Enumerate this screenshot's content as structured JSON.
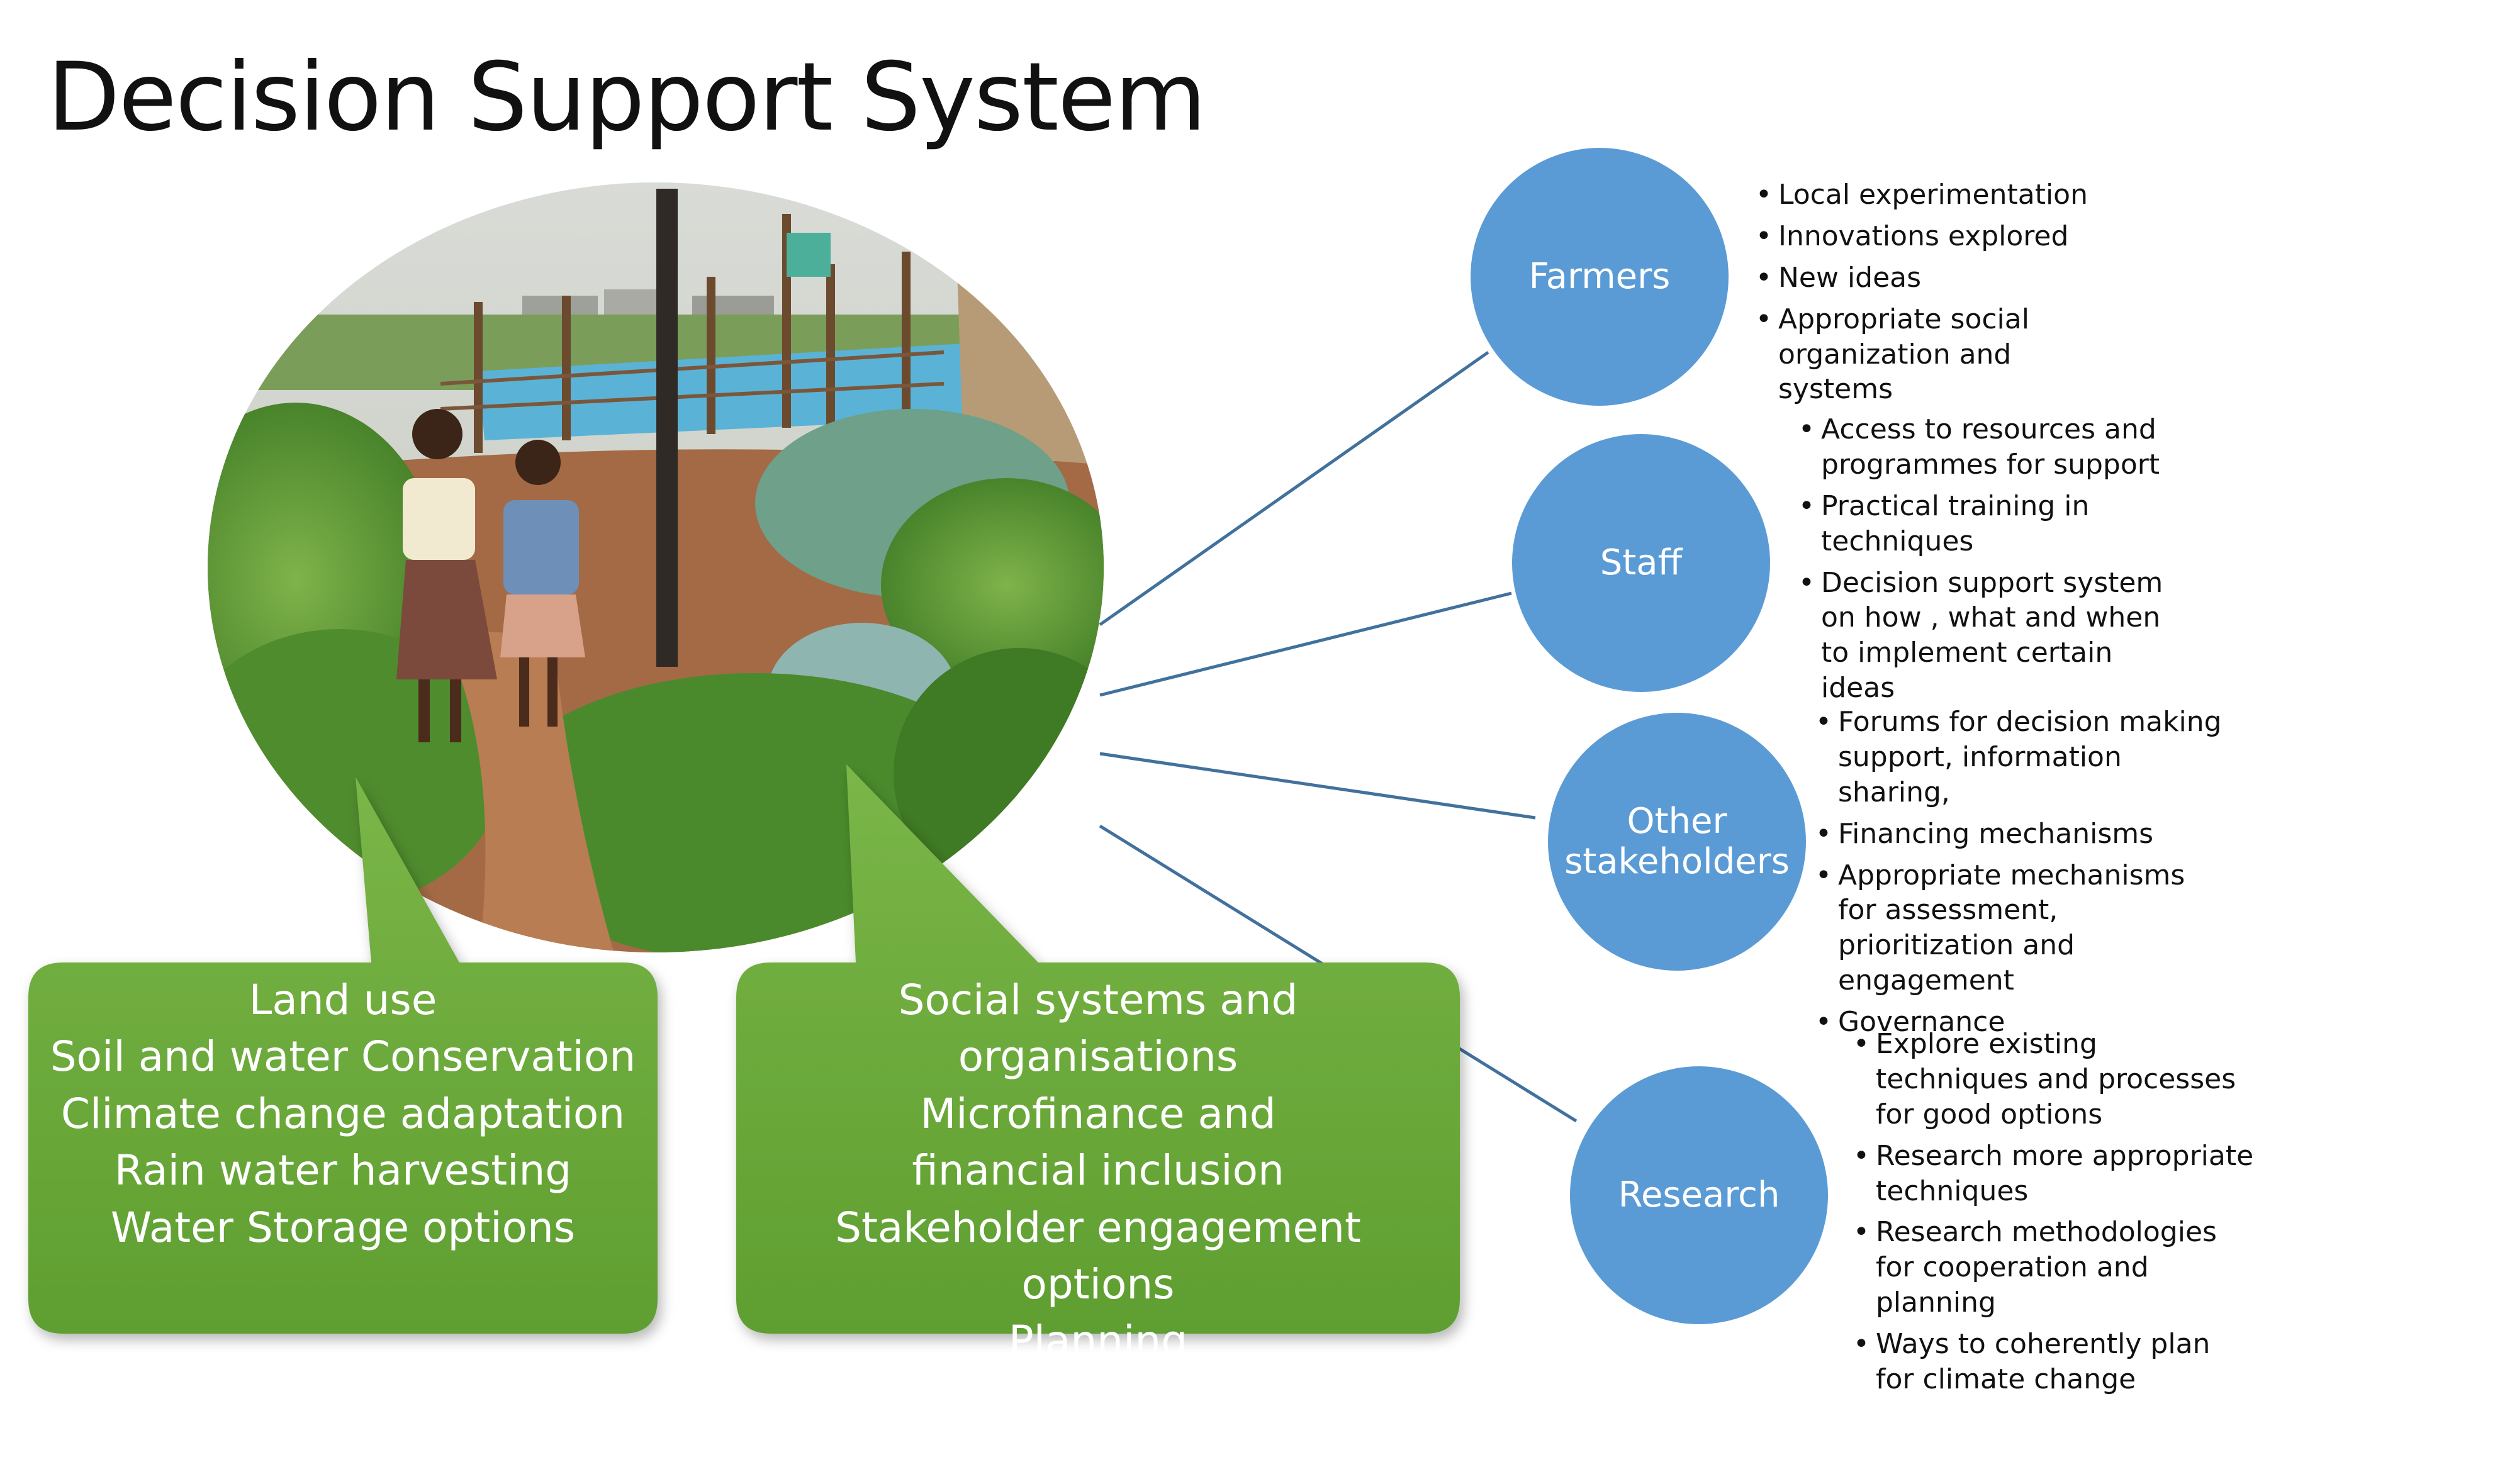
{
  "title": "Decision Support System",
  "colors": {
    "circle_fill": "#5b9bd5",
    "connector": "#41719c",
    "box_fill_top": "#7ab648",
    "box_fill_bottom": "#5f9e30"
  },
  "photo": {
    "subject": "children-in-vegetable-garden"
  },
  "nodes": [
    {
      "label": "Farmers",
      "bullets": [
        "Local experimentation",
        "Innovations explored",
        "New ideas",
        "Appropriate social organization and systems"
      ]
    },
    {
      "label": "Staff",
      "bullets": [
        " Access to resources and programmes for support",
        "Practical training in techniques",
        "Decision support system on how , what and when to implement certain ideas"
      ]
    },
    {
      "label": "Other stakeholders",
      "bullets": [
        "Forums for decision making support, information sharing,",
        "Financing mechanisms",
        "Appropriate mechanisms for assessment, prioritization and engagement",
        "Governance"
      ]
    },
    {
      "label": "Research",
      "bullets": [
        "Explore existing techniques and processes for good options",
        "Research more appropriate techniques",
        "Research methodologies for cooperation and planning",
        " Ways to coherently plan for climate change"
      ]
    }
  ],
  "callouts": [
    {
      "lines": [
        "Land use",
        "Soil and water Conservation",
        "Climate change adaptation",
        "Rain water harvesting",
        "Water Storage options"
      ]
    },
    {
      "lines": [
        "Social systems and organisations",
        "Microfinance and financial inclusion",
        "Stakeholder engagement options",
        "Planning methodologies and frameworks"
      ]
    }
  ]
}
